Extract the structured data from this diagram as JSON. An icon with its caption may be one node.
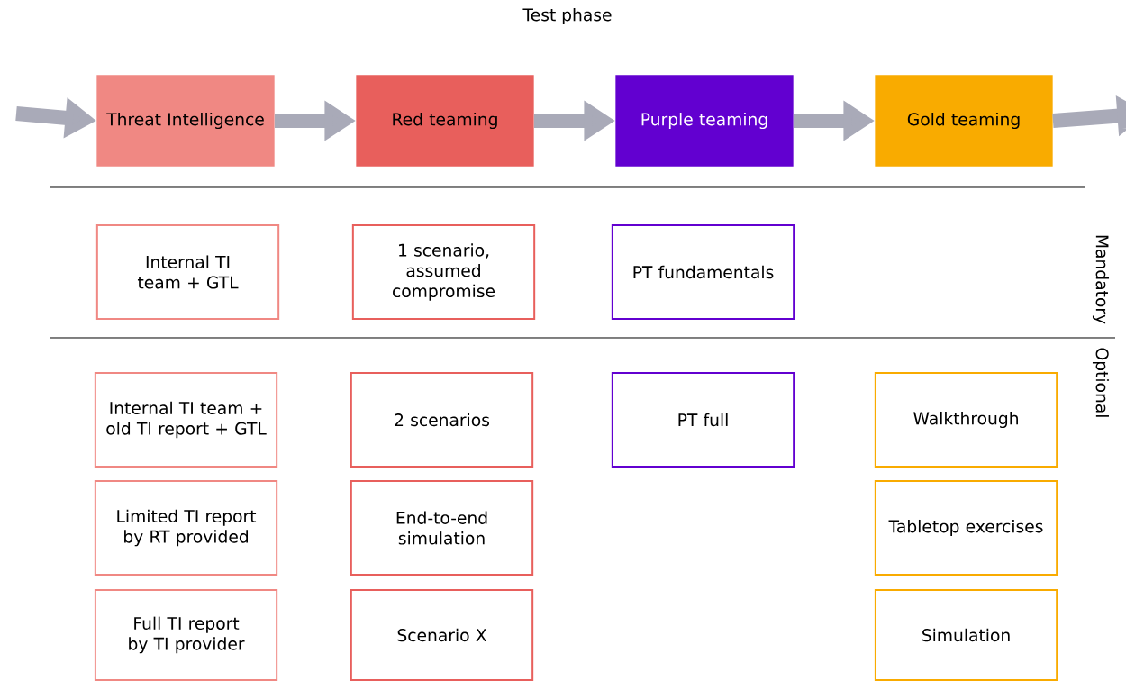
{
  "diagram": {
    "title": "Test phase",
    "nodes": [
      {
        "text": [
          "Threat Intelligence"
        ]
      },
      {
        "text": [
          "Red teaming"
        ]
      },
      {
        "text": [
          "Purple teaming"
        ]
      },
      {
        "text": [
          "Gold teaming"
        ]
      },
      {
        "text": [
          "Internal TI team + GTL"
        ]
      },
      {
        "text": [
          "1 scenario, assumed compromise"
        ]
      },
      {
        "text": [
          "PT fundamentals"
        ]
      },
      {
        "text": [
          "Internal TI team + old TI report + GTL"
        ]
      },
      {
        "text": [
          "2 scenarios"
        ]
      },
      {
        "text": [
          "PT full"
        ]
      },
      {
        "text": [
          "Walkthrough"
        ]
      },
      {
        "text": [
          "Limited TI report by RT provided"
        ]
      },
      {
        "text": [
          "End-to-end simulation"
        ]
      },
      {
        "text": [
          "Tabletop exercises"
        ]
      },
      {
        "text": [
          "Full TI report by TI provider"
        ]
      },
      {
        "text": [
          "Scenario X"
        ]
      },
      {
        "text": [
          "Simulation"
        ]
      }
    ],
    "edges": [
      {
        "from": null,
        "to": 0,
        "arrow": "to"
      },
      {
        "from": 0,
        "to": 1,
        "arrow": "to"
      },
      {
        "from": 1,
        "to": 2,
        "arrow": "to"
      },
      {
        "from": 2,
        "to": 3,
        "arrow": "to"
      },
      {
        "from": 3,
        "to": null,
        "arrow": "to"
      }
    ],
    "labels": [
      "Mandatory",
      "Optional"
    ]
  }
}
